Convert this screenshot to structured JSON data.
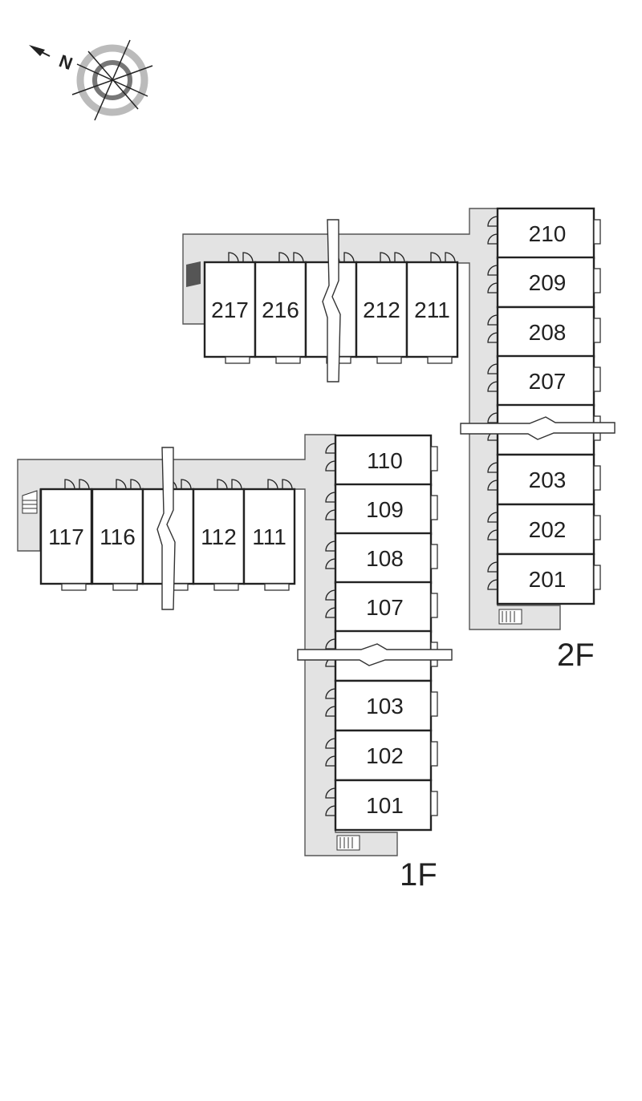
{
  "compass": {
    "north_letter": "N",
    "icon": "compass-rose-icon"
  },
  "floors": {
    "second": {
      "label": "2F"
    },
    "first": {
      "label": "1F"
    }
  },
  "units": {
    "second": {
      "top_row": [
        "217",
        "216",
        "212",
        "211"
      ],
      "column": [
        "210",
        "209",
        "208",
        "207",
        "203",
        "202",
        "201"
      ]
    },
    "first": {
      "top_row": [
        "117",
        "116",
        "112",
        "111"
      ],
      "column": [
        "110",
        "109",
        "108",
        "107",
        "103",
        "102",
        "101"
      ]
    }
  },
  "colors": {
    "corridor": "#e3e3e3",
    "outline": "#222222",
    "background": "#ffffff"
  }
}
